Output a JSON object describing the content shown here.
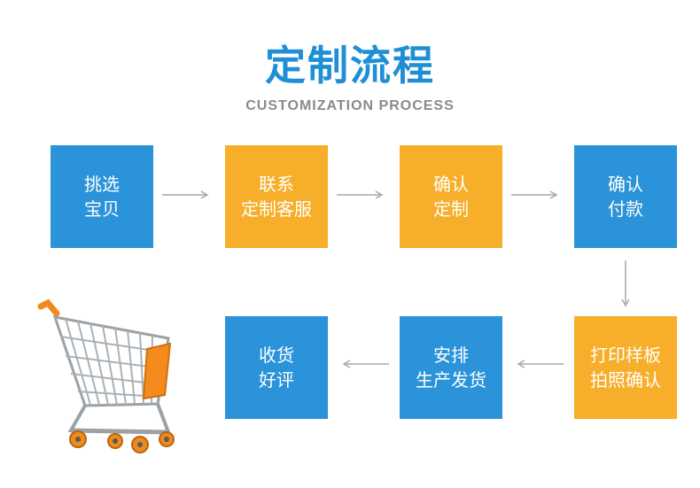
{
  "header": {
    "title": "定制流程",
    "subtitle": "CUSTOMIZATION PROCESS"
  },
  "steps": [
    {
      "line1": "挑选",
      "line2": "宝贝",
      "color": "#2b93d9"
    },
    {
      "line1": "联系",
      "line2": "定制客服",
      "color": "#f7ae2a"
    },
    {
      "line1": "确认",
      "line2": "定制",
      "color": "#f7ae2a"
    },
    {
      "line1": "确认",
      "line2": "付款",
      "color": "#2b93d9"
    },
    {
      "line1": "打印样板",
      "line2": "拍照确认",
      "color": "#f7ae2a"
    },
    {
      "line1": "安排",
      "line2": "生产发货",
      "color": "#2b93d9"
    },
    {
      "line1": "收货",
      "line2": "好评",
      "color": "#2b93d9"
    }
  ],
  "icons": {
    "arrow": "arrow-icon",
    "cart": "shopping-cart-icon"
  }
}
